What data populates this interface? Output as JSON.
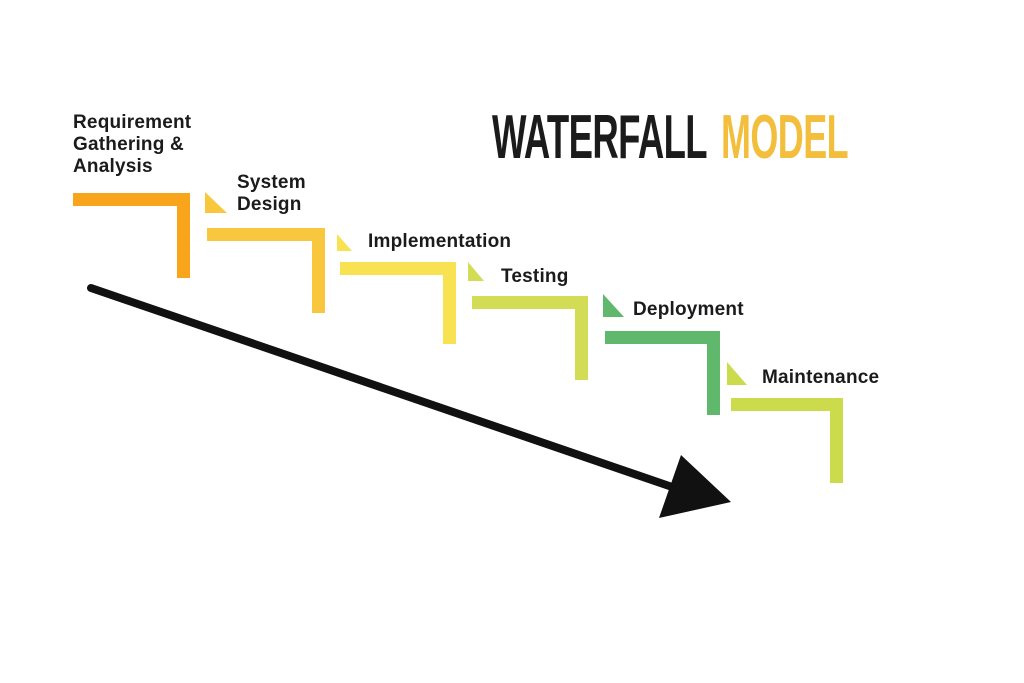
{
  "title": {
    "text_primary": "WATERFALL",
    "text_accent": "MODEL",
    "primary_color": "#1b1b1b",
    "accent_color": "#F2BE3B"
  },
  "diagram": {
    "type": "waterfall-model",
    "arrow_color": "#111111",
    "label_color": "#1b1b1b",
    "steps": [
      {
        "label": "Requirement Gathering & Analysis",
        "color": "#F9A51B",
        "has_triangle": false
      },
      {
        "label": "System Design",
        "color": "#F9C73E",
        "has_triangle": true
      },
      {
        "label": "Implementation",
        "color": "#F8E252",
        "has_triangle": true
      },
      {
        "label": "Testing",
        "color": "#D3DC55",
        "has_triangle": true
      },
      {
        "label": "Deployment",
        "color": "#5FB86B",
        "has_triangle": true
      },
      {
        "label": "Maintenance",
        "color": "#CBDB4C",
        "has_triangle": true
      }
    ]
  }
}
